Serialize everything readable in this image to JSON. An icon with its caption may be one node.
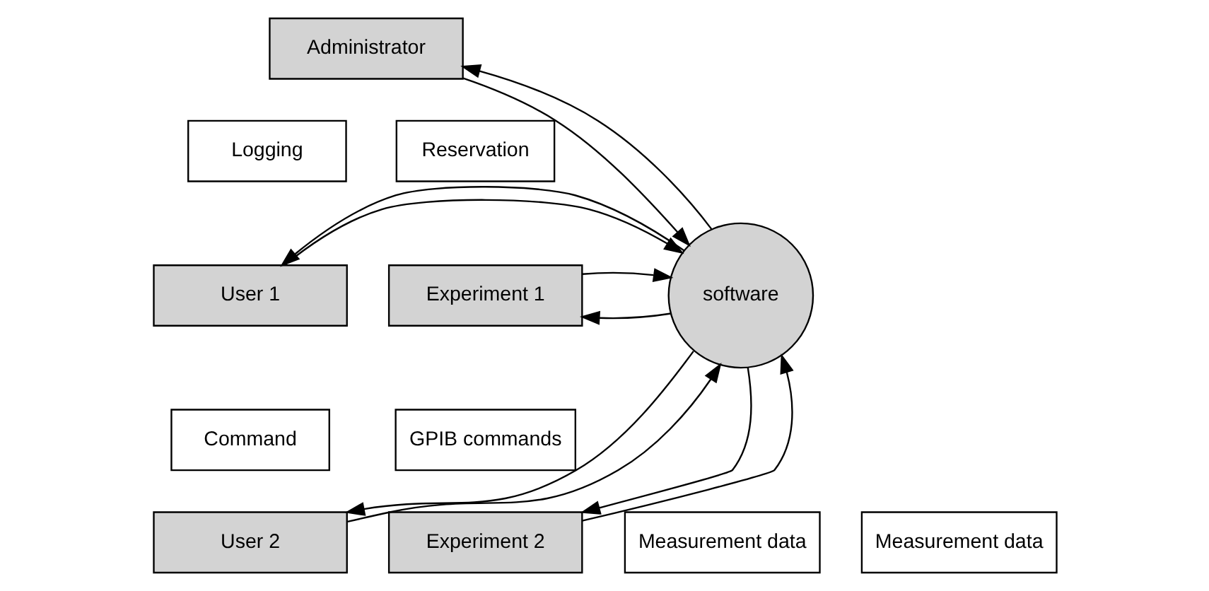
{
  "diagram": {
    "nodes": [
      {
        "text": [
          "Administrator"
        ]
      },
      {
        "text": [
          "Logging"
        ]
      },
      {
        "text": [
          "Reservation"
        ]
      },
      {
        "text": [
          "User 1"
        ]
      },
      {
        "text": [
          "Experiment 1"
        ]
      },
      {
        "text": [
          "software"
        ]
      },
      {
        "text": [
          "GPIB commands"
        ]
      },
      {
        "text": [
          "Command"
        ]
      },
      {
        "text": [
          "User 2"
        ]
      },
      {
        "text": [
          "Measurement data"
        ]
      },
      {
        "text": [
          "Measurement data"
        ]
      },
      {
        "text": [
          "Experiment 2"
        ]
      }
    ],
    "edges": [
      {
        "from": 5,
        "to": 0,
        "arrow": "to"
      },
      {
        "from": 0,
        "to": 5,
        "arrow": "to"
      },
      {
        "from": 3,
        "to": 5,
        "arrow": "to"
      },
      {
        "from": 5,
        "to": 3,
        "arrow": "to"
      },
      {
        "from": 5,
        "to": 4,
        "arrow": "to"
      },
      {
        "from": 4,
        "to": 5,
        "arrow": "to"
      },
      {
        "from": 8,
        "to": 5,
        "arrow": "to"
      },
      {
        "from": 5,
        "to": 8,
        "arrow": "to"
      },
      {
        "from": 11,
        "to": 5,
        "arrow": "to"
      },
      {
        "from": 5,
        "to": 11,
        "arrow": "to"
      }
    ]
  }
}
